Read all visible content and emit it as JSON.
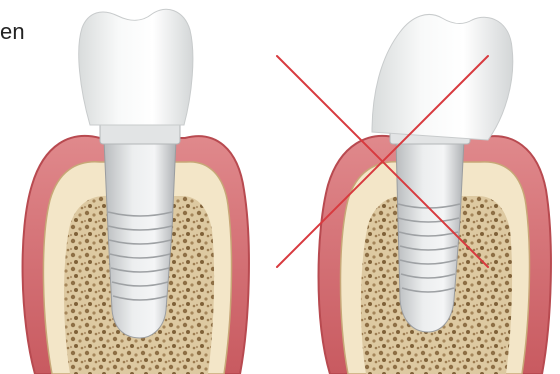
{
  "corner_text": "en",
  "illustrations": [
    {
      "label": "",
      "state": "correct-implant-placement"
    },
    {
      "label": "",
      "state": "incorrect-implant-placement",
      "marked_with": "red-cross-icon"
    }
  ],
  "colors": {
    "gum_outer": "#d46a6e",
    "gum_inner": "#b8484d",
    "bone_cortical": "#f3e6c8",
    "bone_spongy": "#d8c39a",
    "bone_spongy_dark": "#8e6f45",
    "implant": "#d4d6d8",
    "crown": "#eef0f0",
    "cross": "#d83a3f"
  }
}
